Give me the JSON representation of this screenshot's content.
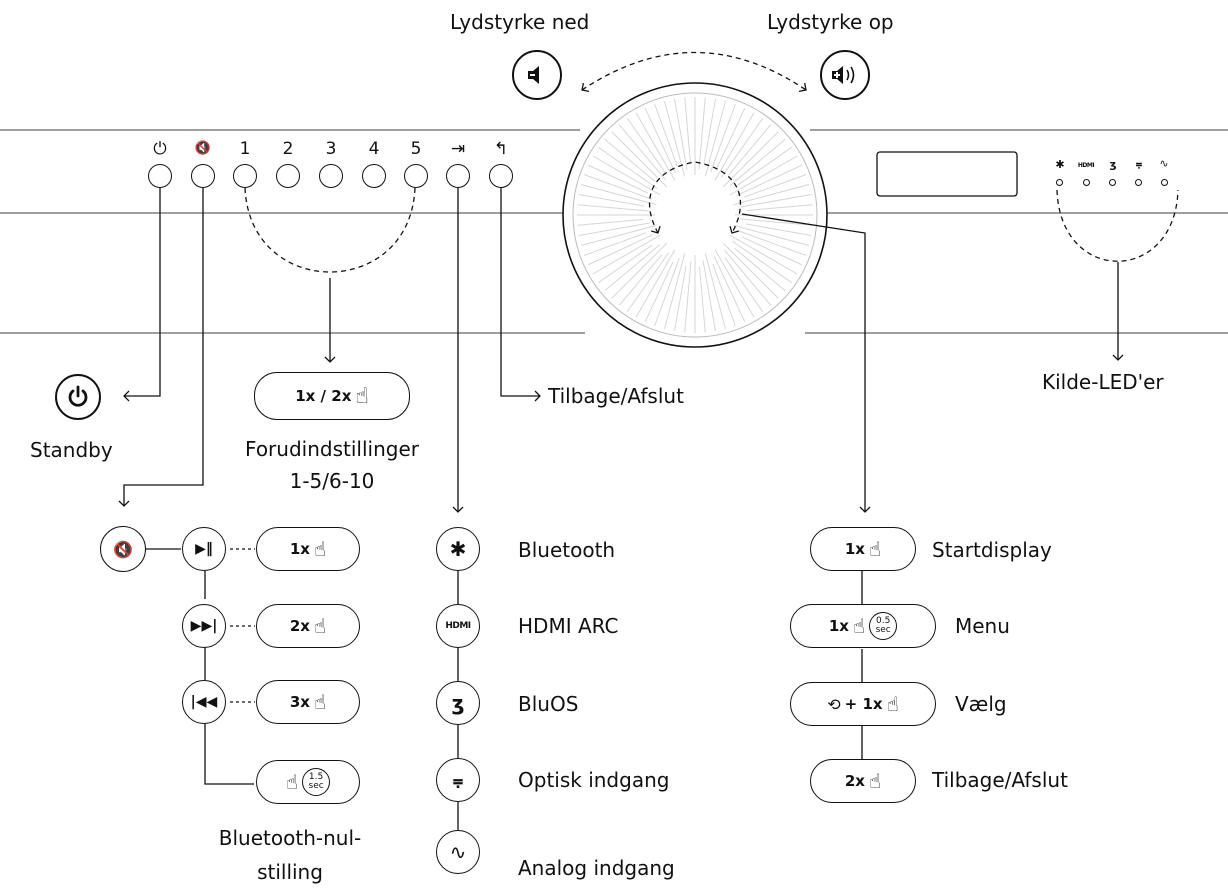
{
  "labels": {
    "volume_down": "Lydstyrke ned",
    "volume_up": "Lydstyrke op",
    "standby": "Standby",
    "presets_line1": "Forudindstillinger",
    "presets_line2": "1-5/6-10",
    "back_exit_top": "Tilbage/Afslut",
    "source_leds": "Kilde-LED'er",
    "bt_reset_line1": "Bluetooth-nul-",
    "bt_reset_line2": "stilling",
    "bluetooth": "Bluetooth",
    "hdmi_arc": "HDMI ARC",
    "bluos": "BluOS",
    "optical": "Optisk indgang",
    "analog": "Analog indgang",
    "start_display": "Startdisplay",
    "menu": "Menu",
    "select": "Vælg",
    "back_exit_bottom": "Tilbage/Afslut"
  },
  "panel_buttons": {
    "power_glyph": "⏻",
    "mute_glyph": "🔇",
    "preset_1": "1",
    "preset_2": "2",
    "preset_3": "3",
    "preset_4": "4",
    "preset_5": "5",
    "source_glyph": "⇥",
    "back_glyph": "↰"
  },
  "pills": {
    "presets": "1x / 2x",
    "play_pause": "1x",
    "next": "2x",
    "previous": "3x",
    "start_display": "1x",
    "menu": "1x",
    "select": "+ 1x",
    "back_exit": "2x"
  },
  "hold_times": {
    "bt_reset_value": "1.5",
    "bt_reset_unit": "sec",
    "menu_value": "0.5",
    "menu_unit": "sec"
  },
  "icons": {
    "hdmi_text": "HDMI",
    "led_hdmi_text": "HDMI"
  },
  "colors": {
    "line": "#111111",
    "dial_rays": "#d8d8d8",
    "panel_lines": "#666666"
  }
}
